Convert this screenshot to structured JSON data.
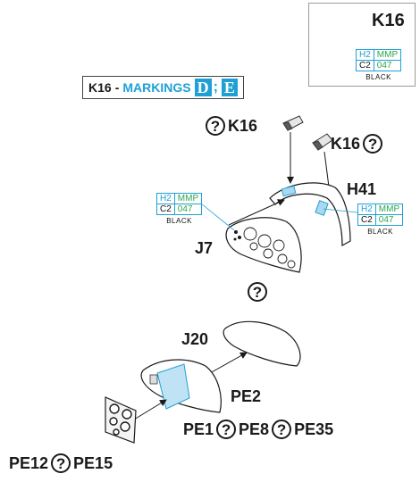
{
  "inset": {
    "part": "K16",
    "paint": {
      "h2": "H2",
      "mmp": "MMP",
      "c2": "C2",
      "code": "047",
      "color_name": "BLACK"
    }
  },
  "markings": {
    "part": "K16",
    "dash": "-",
    "word": "MARKINGS",
    "tag_d": "D",
    "sep": ";",
    "tag_e": "E"
  },
  "parts": {
    "k16_left": "K16",
    "k16_right": "K16",
    "h41": "H41",
    "j7": "J7",
    "j20": "J20",
    "pe2": "PE2",
    "pe1": "PE1",
    "pe8": "PE8",
    "pe35": "PE35",
    "pe12": "PE12",
    "pe15": "PE15"
  },
  "paint_left": {
    "h2": "H2",
    "mmp": "MMP",
    "c2": "C2",
    "code": "047",
    "color_name": "BLACK"
  },
  "paint_right": {
    "h2": "H2",
    "mmp": "MMP",
    "c2": "C2",
    "code": "047",
    "color_name": "BLACK"
  },
  "question_mark": "?",
  "colors": {
    "accent_blue": "#1ea0d6",
    "accent_green": "#2ba84a",
    "ink": "#1a1a1a"
  }
}
